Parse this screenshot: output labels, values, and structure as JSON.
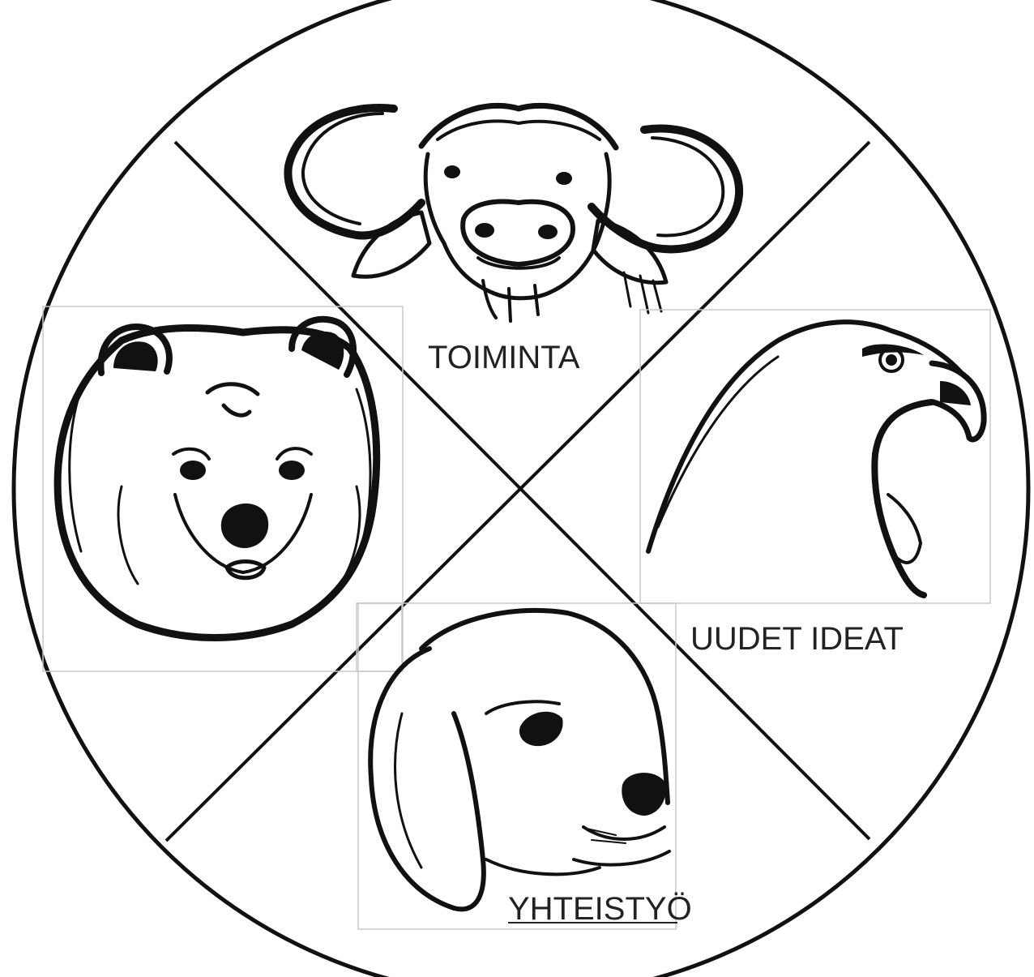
{
  "diagram": {
    "quadrants": [
      {
        "key": "top",
        "animal": "buffalo",
        "label": "TOIMINTA"
      },
      {
        "key": "right",
        "animal": "eagle",
        "label": "UUDET IDEAT"
      },
      {
        "key": "bottom",
        "animal": "dog",
        "label": "YHTEISTYÖ"
      },
      {
        "key": "left",
        "animal": "bear",
        "label": ""
      }
    ]
  },
  "colors": {
    "ink": "#111111",
    "label": "#222222",
    "frame": "#c8c8c8",
    "background": "#ffffff"
  }
}
